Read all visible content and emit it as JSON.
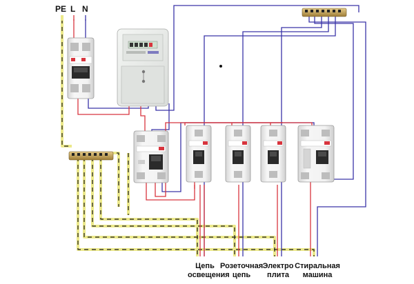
{
  "labels": {
    "pe": "PE",
    "l": "L",
    "n": "N",
    "circuits": [
      {
        "line1": "Цепь",
        "line2": "освещения"
      },
      {
        "line1": "Розеточная",
        "line2": "цепь"
      },
      {
        "line1": "Электро",
        "line2": "плита"
      },
      {
        "line1": "Стиральная",
        "line2": "машина"
      }
    ]
  },
  "colors": {
    "phase": "#d8343d",
    "neutral": "#3a34a8",
    "ground_yellow": "#ece98a",
    "ground_dash": "#1a1a1a",
    "device_body": "#ececec",
    "meter_body": "#e9ecea",
    "busbar": "#c2a15a",
    "breaker_flag": "#d8343d"
  },
  "icons": [
    "main-breaker-icon",
    "electric-meter-icon",
    "rcd-icon",
    "breaker-icon",
    "rcbo-icon",
    "busbar-icon"
  ]
}
